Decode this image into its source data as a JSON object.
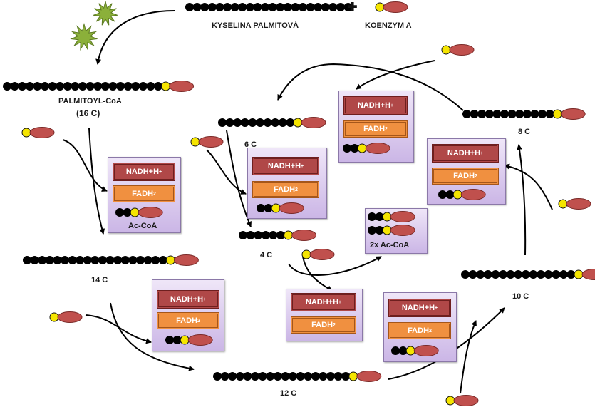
{
  "top": {
    "palmitic_acid_label": "KYSELINA PALMITOVÁ",
    "coa_label": "KOENZYM A",
    "plus_symbol": "+"
  },
  "chains": {
    "palmitoyl_label": "PALMITOYL-CoA",
    "palmitoyl_carbons": "(16 C)",
    "c14": "14 C",
    "c12": "12 C",
    "c10": "10 C",
    "c8": "8 C",
    "c6": "6 C",
    "c4": "4 C"
  },
  "products": {
    "nadh": "NADH+H",
    "nadh_sup": "+",
    "fadh": "FADH",
    "fadh_sub": "2",
    "acetyl_coa": "Ac-CoA",
    "two_acetyl_coa": "2x Ac-CoA"
  },
  "colors": {
    "carbon": "#000000",
    "sulfur_link": "#f5e500",
    "coenzyme": "#c0504d",
    "nadh_box": "#b04848",
    "fadh_box": "#f09040",
    "panel": "#ddd0ef",
    "activation_star": "#8bb03a"
  },
  "icons": [
    "activation-star-icon",
    "plus-icon",
    "coenzyme-a-icon"
  ]
}
